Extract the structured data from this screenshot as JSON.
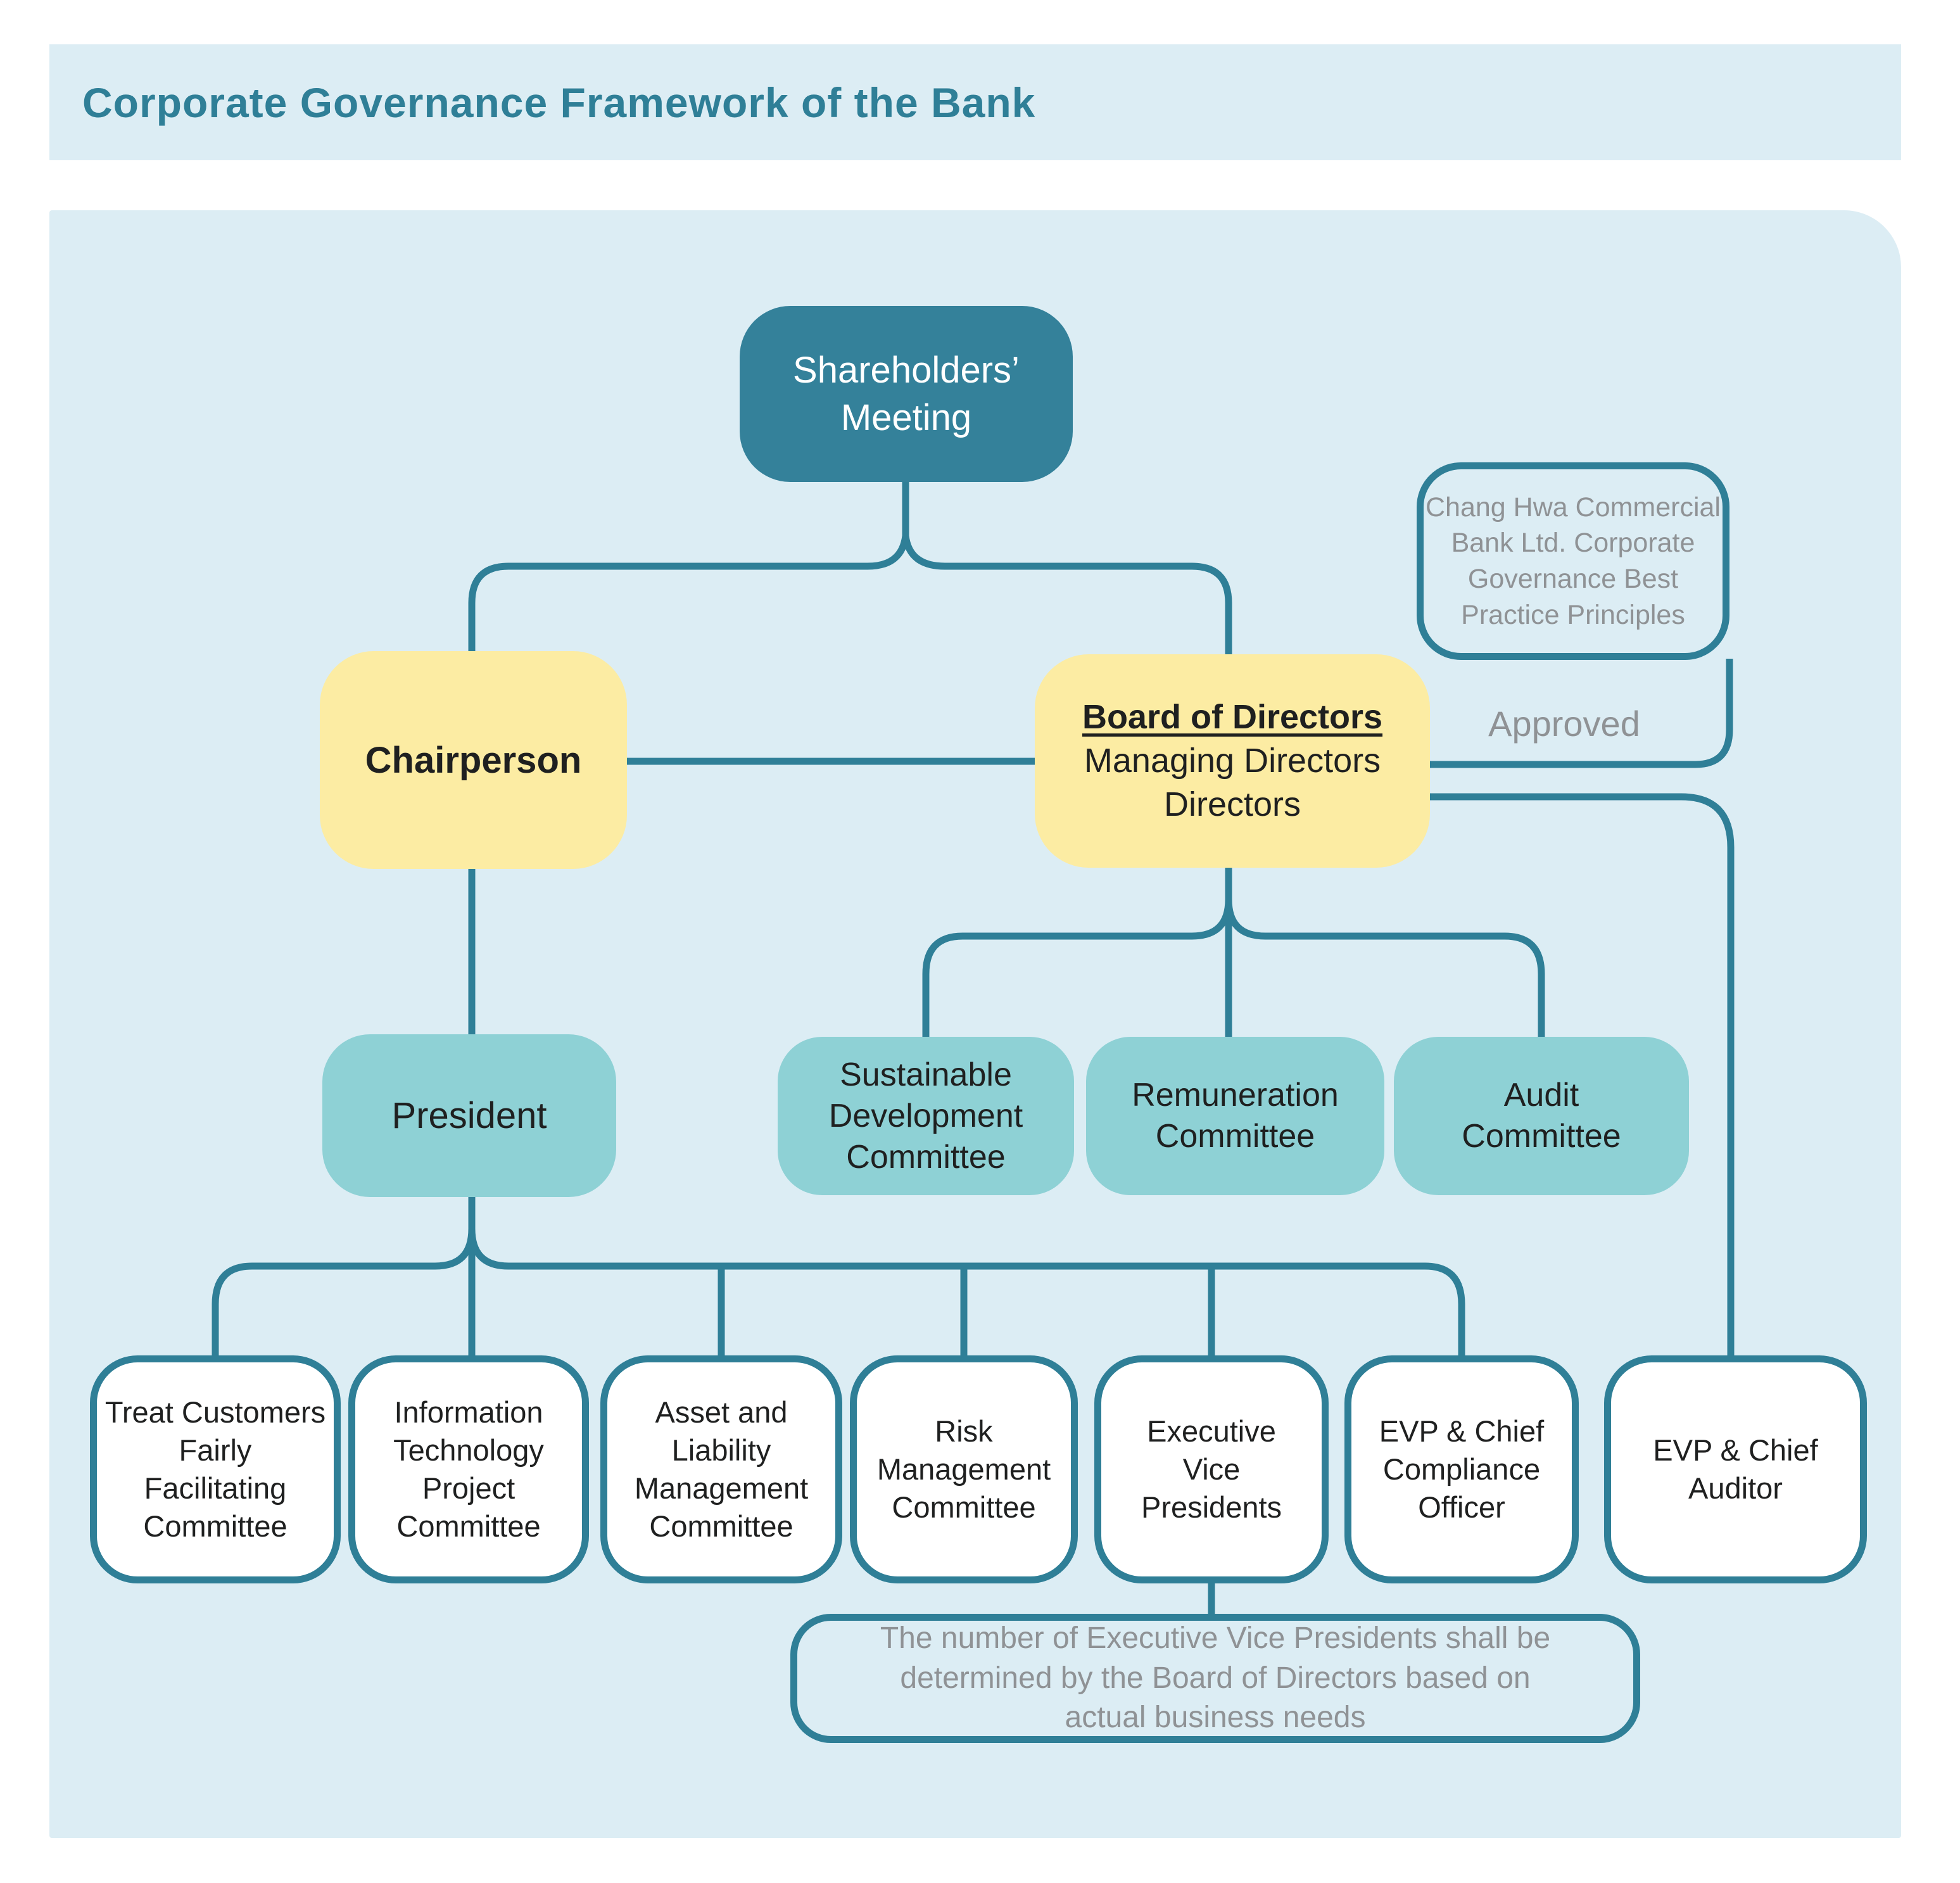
{
  "title": "Corporate Governance Framework of the Bank",
  "colors": {
    "accent_teal": "#2f7f97",
    "dark_teal": "#34819a",
    "yellow": "#fceca3",
    "cyan": "#8ed1d5",
    "panel_blue": "#dcedf4",
    "gray_text": "#8f9295",
    "ink": "#1f2020"
  },
  "nodes": {
    "shareholders_meeting": {
      "lines": [
        "Shareholders’",
        "Meeting"
      ]
    },
    "governance_principles": {
      "lines": [
        "Chang Hwa Commercial",
        "Bank Ltd. Corporate",
        "Governance Best",
        "Practice Principles"
      ]
    },
    "approved_label": "Approved",
    "chairperson": {
      "label": "Chairperson"
    },
    "board_of_directors": {
      "title": "Board of Directors",
      "lines": [
        "Managing Directors",
        "Directors"
      ]
    },
    "president": {
      "label": "President"
    },
    "committees": [
      {
        "lines": [
          "Sustainable",
          "Development",
          "Committee"
        ]
      },
      {
        "lines": [
          "Remuneration",
          "Committee"
        ]
      },
      {
        "lines": [
          "Audit",
          "Committee"
        ]
      }
    ],
    "executive_row": [
      {
        "lines": [
          "Treat Customers",
          "Fairly",
          "Facilitating",
          "Committee"
        ]
      },
      {
        "lines": [
          "Information",
          "Technology",
          "Project",
          "Committee"
        ]
      },
      {
        "lines": [
          "Asset and",
          "Liability",
          "Management",
          "Committee"
        ]
      },
      {
        "lines": [
          "Risk",
          "Management",
          "Committee"
        ]
      },
      {
        "lines": [
          "Executive",
          "Vice",
          "Presidents"
        ]
      },
      {
        "lines": [
          "EVP & Chief",
          "Compliance",
          "Officer"
        ]
      },
      {
        "lines": [
          "EVP & Chief",
          "Auditor"
        ]
      }
    ],
    "evp_note": {
      "lines": [
        "The number of Executive Vice Presidents shall be",
        "determined by the Board of Directors based on",
        "actual business needs"
      ]
    }
  }
}
